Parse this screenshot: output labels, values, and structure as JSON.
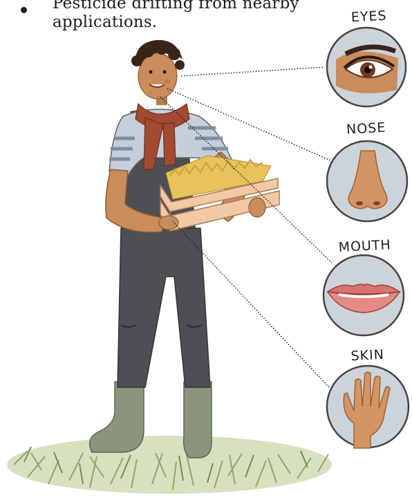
{
  "bullet": {
    "lines": [
      "Pesticide drifting from nearby",
      "applications."
    ]
  },
  "routes": [
    {
      "label": "EYES",
      "icon": "eye-icon"
    },
    {
      "label": "NOSE",
      "icon": "nose-icon"
    },
    {
      "label": "MOUTH",
      "icon": "mouth-icon"
    },
    {
      "label": "SKIN",
      "icon": "hand-icon"
    }
  ],
  "colors": {
    "circle_fill": "#ccd3d9",
    "circle_stroke": "#444444",
    "skin": "#c98c5a",
    "shirt_stripe": "#7e8ea2",
    "overalls": "#4d4f52",
    "boots": "#8b957e",
    "scarf": "#a24a32",
    "crate": "#f1c9a5",
    "grain": "#e8c35b",
    "grass": "#8aa66a"
  }
}
